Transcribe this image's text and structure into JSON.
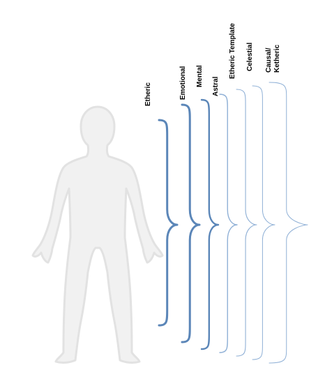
{
  "diagram": {
    "colors": {
      "silhouette_fill": "#f1f1f1",
      "silhouette_stroke": "#e2e2e2",
      "brace_primary": "#5b86b8",
      "brace_light": "#8fb0d6",
      "label_color": "#000000"
    },
    "layers": [
      {
        "id": "etheric",
        "label_lines": [
          "Etheric"
        ]
      },
      {
        "id": "emotional",
        "label_lines": [
          "Emotional"
        ]
      },
      {
        "id": "mental",
        "label_lines": [
          "Mental"
        ]
      },
      {
        "id": "astral",
        "label_lines": [
          "Astral"
        ]
      },
      {
        "id": "etheric-template",
        "label_lines": [
          "Etheric Template"
        ]
      },
      {
        "id": "celestial",
        "label_lines": [
          "Celestial"
        ]
      },
      {
        "id": "causal-ketheric",
        "label_lines": [
          "Causal/",
          "Ketheric"
        ]
      }
    ]
  }
}
